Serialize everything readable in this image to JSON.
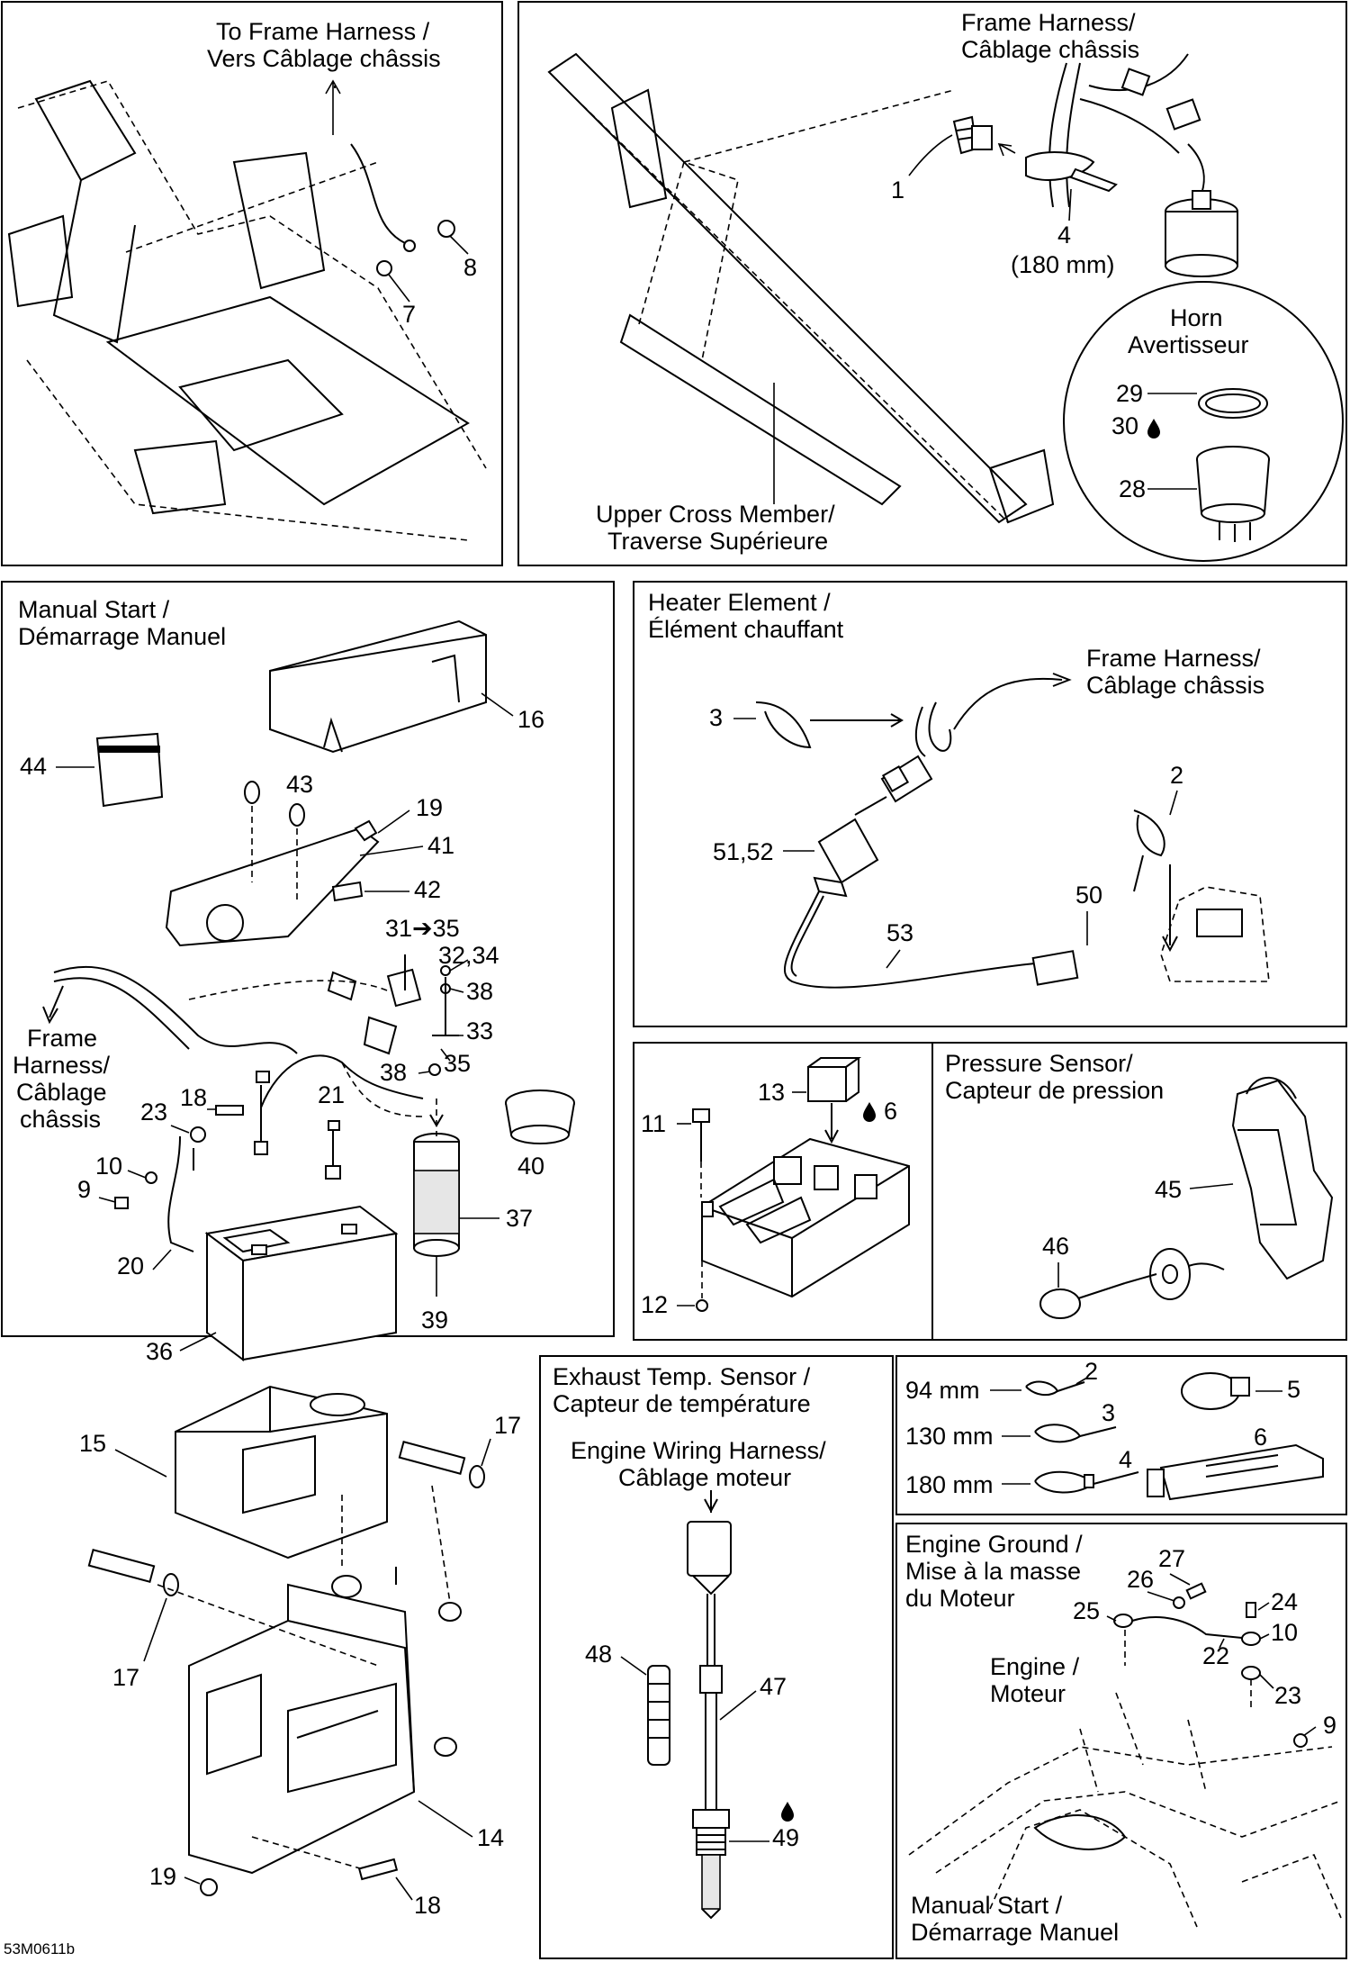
{
  "panels": {
    "frame_ground": {
      "title_1": "To Frame Harness /",
      "title_2": "Vers Câblage châssis",
      "callouts": [
        "8",
        "7"
      ]
    },
    "horn": {
      "frame_1": "Frame Harness/",
      "frame_2": "Câblage châssis",
      "callouts": [
        "1",
        "4",
        "(180 mm)"
      ],
      "horn_1": "Horn",
      "horn_2": "Avertisseur",
      "horn_callouts": [
        "29",
        "30",
        "28"
      ],
      "member_1": "Upper Cross Member/",
      "member_2": "Traverse Supérieure"
    },
    "manual_start": {
      "title_1": "Manual Start /",
      "title_2": "Démarrage Manuel",
      "frame_1": "Frame",
      "frame_2": "Harness/",
      "frame_3": "Câblage",
      "frame_4": "châssis",
      "callouts": [
        "16",
        "44",
        "43",
        "19",
        "41",
        "42",
        "31➔35",
        "32,34",
        "38",
        "33",
        "35",
        "38",
        "21",
        "18",
        "23",
        "10",
        "9",
        "20",
        "40",
        "37",
        "39",
        "36",
        "15",
        "17",
        "17",
        "14",
        "19",
        "18"
      ]
    },
    "heater": {
      "title_1": "Heater Element /",
      "title_2": "Élément chauffant",
      "frame_1": "Frame Harness/",
      "frame_2": "Câblage châssis",
      "callouts": [
        "3",
        "2",
        "51,52",
        "50",
        "53"
      ]
    },
    "fuse_box": {
      "callouts": [
        "13",
        "6",
        "11",
        "12"
      ]
    },
    "pressure": {
      "title_1": "Pressure Sensor/",
      "title_2": "Capteur de pression",
      "callouts": [
        "45",
        "46"
      ]
    },
    "exhaust": {
      "title_1": "Exhaust Temp. Sensor /",
      "title_2": "Capteur de température",
      "harness_1": "Engine Wiring Harness/",
      "harness_2": "Câblage moteur",
      "callouts": [
        "48",
        "47",
        "49"
      ]
    },
    "ties": {
      "rows": [
        {
          "size": "94 mm",
          "num": "2"
        },
        {
          "size": "130 mm",
          "num": "3"
        },
        {
          "size": "180 mm",
          "num": "4"
        }
      ],
      "callouts": [
        "5",
        "6"
      ]
    },
    "engine_ground": {
      "title_1": "Engine Ground /",
      "title_2": "Mise à la masse",
      "title_3": "du Moteur",
      "engine_1": "Engine /",
      "engine_2": "Moteur",
      "callouts": [
        "27",
        "26",
        "24",
        "25",
        "10",
        "22",
        "23",
        "9"
      ],
      "manual_1": "Manual Start /",
      "manual_2": "Démarrage Manuel"
    }
  },
  "footer": {
    "code": "53M0611b"
  }
}
